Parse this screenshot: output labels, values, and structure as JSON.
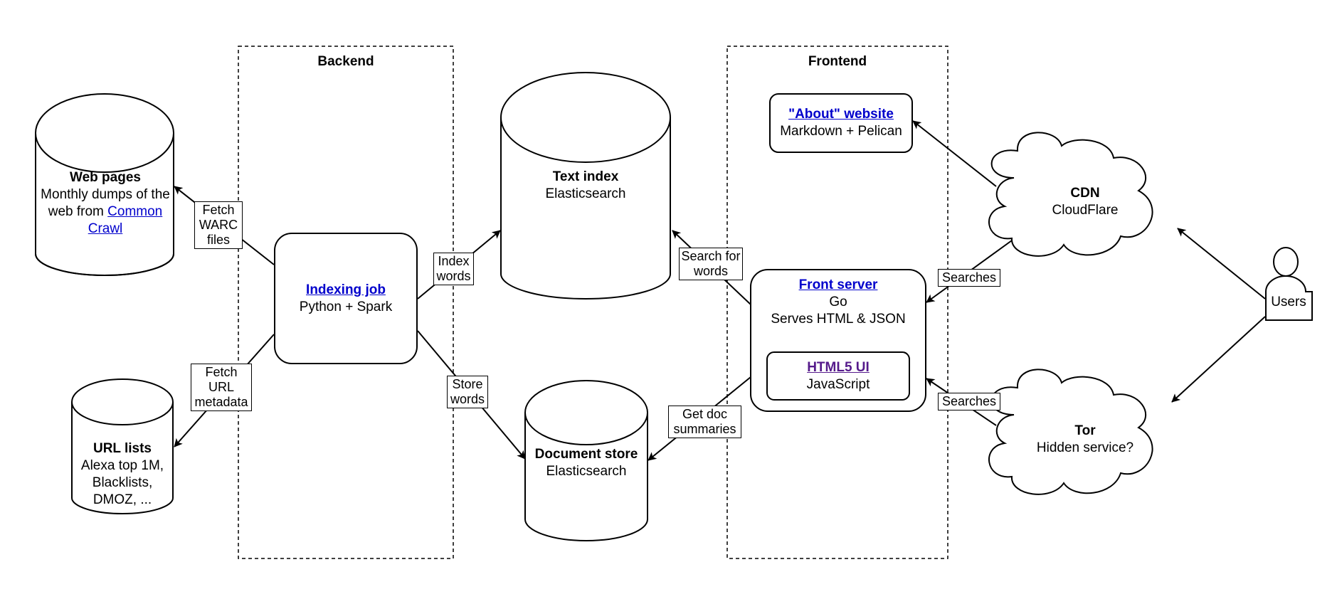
{
  "groups": {
    "backend": {
      "title": "Backend"
    },
    "frontend": {
      "title": "Frontend"
    }
  },
  "nodes": {
    "web_pages": {
      "title": "Web pages",
      "desc_prefix": "Monthly dumps of the web from ",
      "link": "Common Crawl"
    },
    "url_lists": {
      "title": "URL lists",
      "desc": "Alexa top 1M, Blacklists, DMOZ, ..."
    },
    "indexing_job": {
      "title": "Indexing job",
      "desc": "Python + Spark"
    },
    "text_index": {
      "title": "Text index",
      "desc": "Elasticsearch"
    },
    "document_store": {
      "title": "Document store",
      "desc": "Elasticsearch"
    },
    "about_website": {
      "title": "\"About\" website",
      "desc": "Markdown + Pelican"
    },
    "front_server": {
      "title": "Front server",
      "line2": "Go",
      "line3": "Serves HTML & JSON"
    },
    "html5_ui": {
      "title": "HTML5 UI",
      "desc": "JavaScript"
    },
    "cdn": {
      "title": "CDN",
      "desc": "CloudFlare"
    },
    "tor": {
      "title": "Tor",
      "desc": "Hidden service?"
    },
    "users": {
      "label": "Users"
    }
  },
  "edges": {
    "fetch_warc": "Fetch WARC files",
    "fetch_url_metadata": "Fetch URL metadata",
    "index_words": "Index words",
    "store_words": "Store words",
    "search_for_words": "Search for words",
    "get_doc_summaries": "Get doc summaries",
    "searches_cdn": "Searches",
    "searches_tor": "Searches"
  },
  "colors": {
    "link": "#0000cc",
    "visited_link": "#551a8b",
    "stroke": "#000000"
  }
}
